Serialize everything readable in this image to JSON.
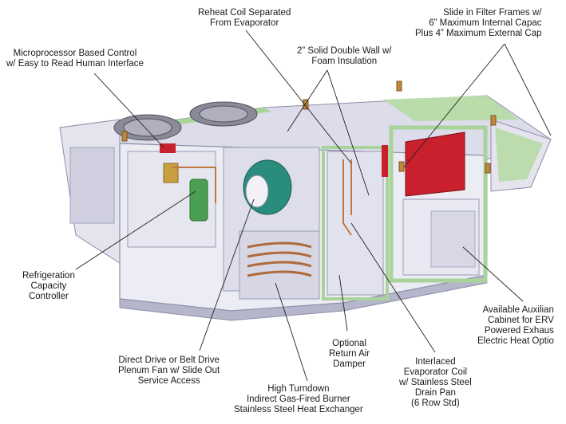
{
  "callouts": {
    "reheat_coil": [
      "Reheat Coil Separated",
      "From Evaporator"
    ],
    "filter_frames": [
      "Slide in Filter Frames w/",
      "6” Maximum Internal Capac",
      "Plus 4” Maximum External Cap"
    ],
    "microprocessor": [
      "Microprocessor Based Control",
      "w/ Easy to Read Human Interface"
    ],
    "double_wall": [
      "2” Solid Double Wall w/",
      "Foam Insulation"
    ],
    "refrigeration": [
      "Refrigeration",
      "Capacity",
      "Controller"
    ],
    "auxiliary_cabinet": [
      "Available Auxilian",
      "Cabinet for ERV",
      "Powered Exhaus",
      "Electric Heat Optio"
    ],
    "plenum_fan": [
      "Direct Drive or Belt Drive",
      "Plenum Fan w/ Slide Out",
      "Service Access"
    ],
    "return_damper": [
      "Optional",
      "Return Air",
      "Damper"
    ],
    "evaporator_coil": [
      "Interlaced",
      "Evaporator Coil",
      "w/ Stainless Steel",
      "Drain Pan",
      "(6 Row Std)"
    ],
    "burner": [
      "High Turndown",
      "Indirect Gas-Fired Burner",
      "Stainless Steel Heat Exchanger"
    ]
  },
  "colors": {
    "frame": "#c9c9dc",
    "frame_dark": "#8d8da8",
    "green_panel": "#a9d39a",
    "red_panel": "#c8202c",
    "leader": "#222222",
    "text": "#1a1a1a"
  }
}
